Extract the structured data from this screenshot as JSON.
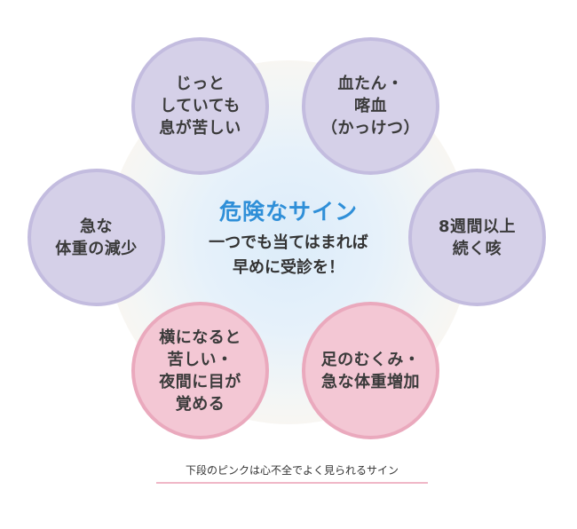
{
  "center": {
    "headline": "危険なサイン",
    "message": "一つでも当てはまれば\n早めに受診を！"
  },
  "signs": [
    {
      "text": "じっと\nしていても\n息が苦しい",
      "group": "purple"
    },
    {
      "text": "血たん・\n喀血\n（かっけつ）",
      "group": "purple"
    },
    {
      "text": "急な\n体重の減少",
      "group": "purple"
    },
    {
      "text": "8週間以上\n続く咳",
      "group": "purple"
    },
    {
      "text": "横になると\n苦しい・\n夜間に目が\n覚める",
      "group": "pink"
    },
    {
      "text": "足のむくみ・\n急な体重増加",
      "group": "pink"
    }
  ],
  "caption": "下段のピンクは心不全でよく見られるサイン",
  "colors": {
    "purple_fill": "#d5d0e8",
    "pink_fill": "#f3c7d4",
    "headline": "#2f8fd8"
  }
}
